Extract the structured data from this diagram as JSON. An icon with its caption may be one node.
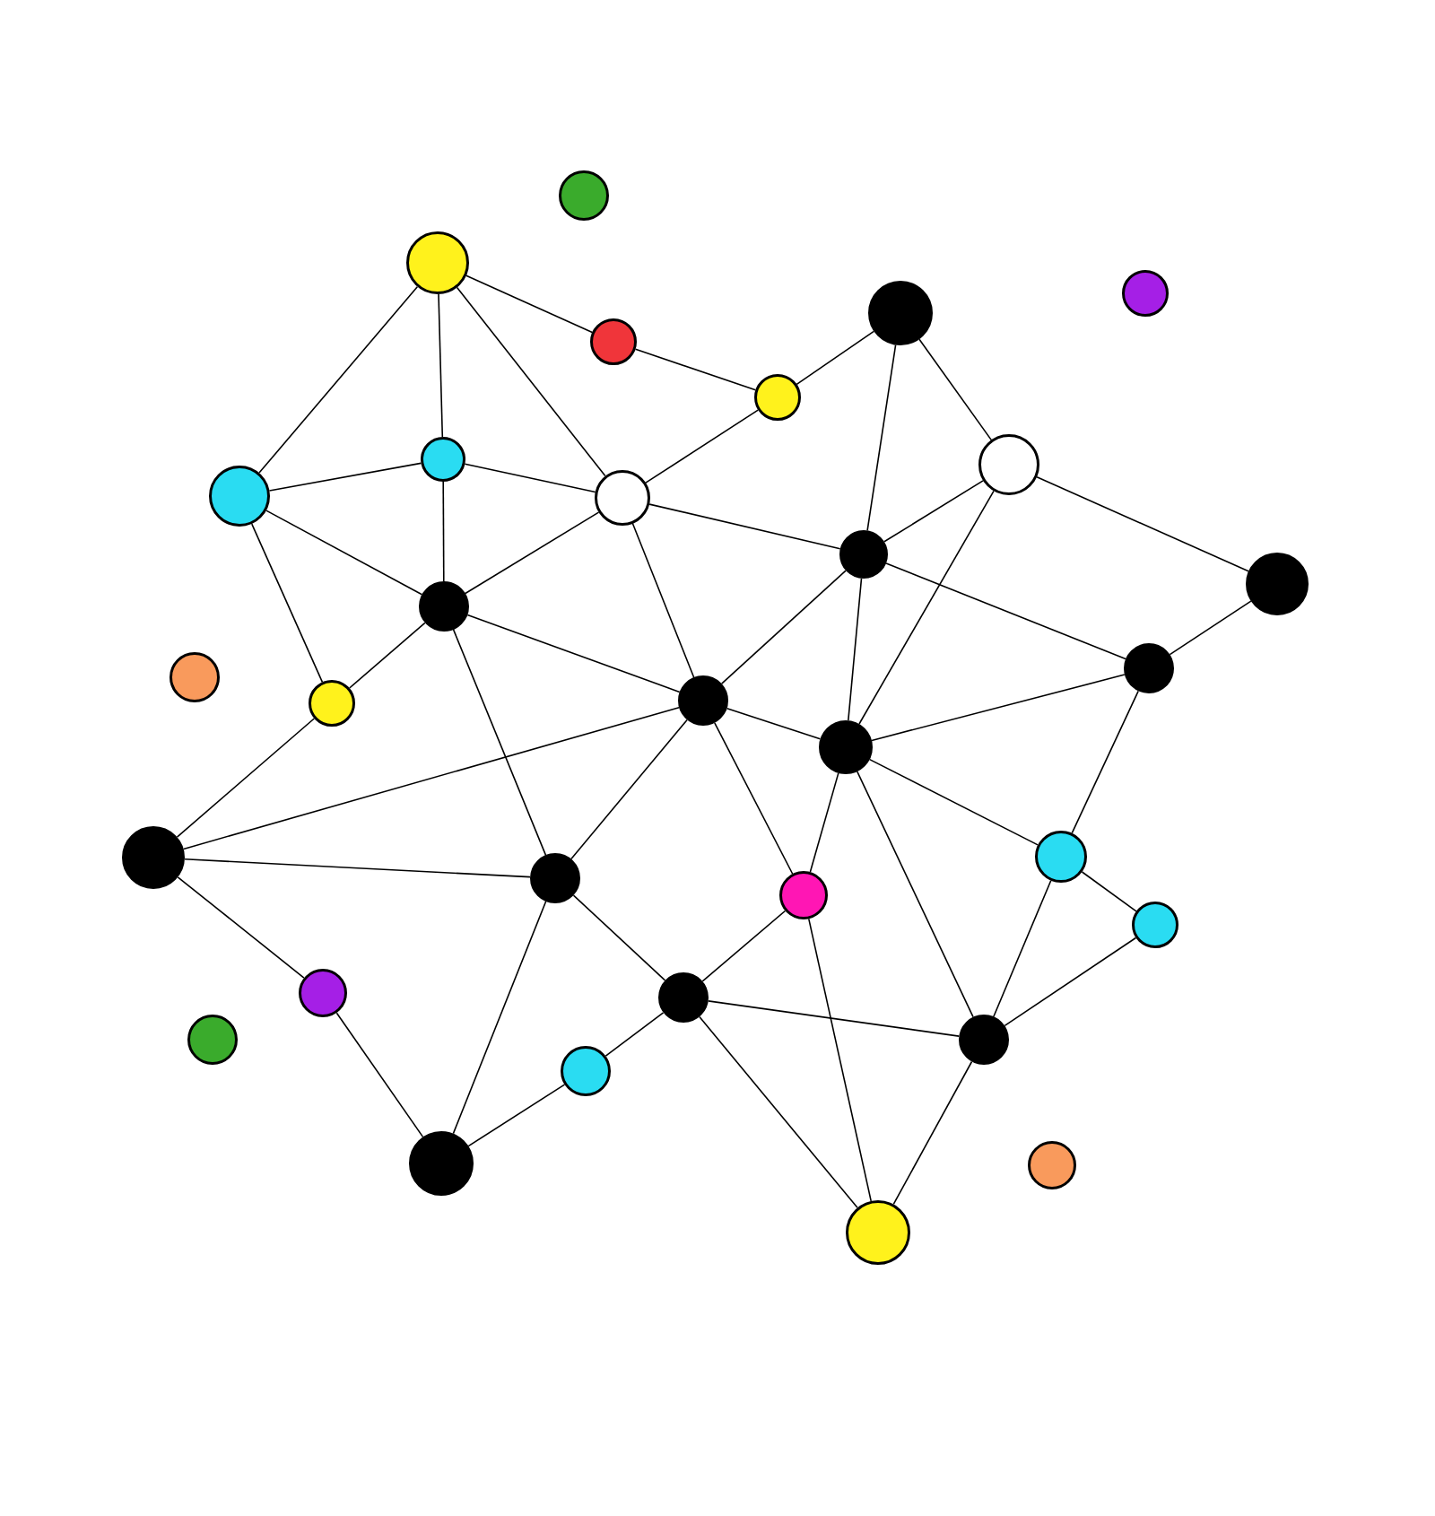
{
  "diagram": {
    "nodes": [
      {
        "text": [],
        "shape": "circle"
      },
      {
        "text": [],
        "shape": "circle"
      },
      {
        "text": [],
        "shape": "circle"
      },
      {
        "text": [],
        "shape": "circle"
      },
      {
        "text": [],
        "shape": "circle"
      },
      {
        "text": [],
        "shape": "circle"
      },
      {
        "text": [],
        "shape": "circle"
      },
      {
        "text": [],
        "shape": "circle"
      },
      {
        "text": [],
        "shape": "circle"
      },
      {
        "text": [],
        "shape": "circle"
      },
      {
        "text": [],
        "shape": "circle"
      },
      {
        "text": [],
        "shape": "circle"
      },
      {
        "text": [],
        "shape": "circle"
      },
      {
        "text": [],
        "shape": "circle"
      },
      {
        "text": [],
        "shape": "circle"
      },
      {
        "text": [],
        "shape": "circle"
      },
      {
        "text": [],
        "shape": "circle"
      },
      {
        "text": [],
        "shape": "circle"
      },
      {
        "text": [],
        "shape": "circle"
      },
      {
        "text": [],
        "shape": "circle"
      },
      {
        "text": [],
        "shape": "circle"
      },
      {
        "text": [],
        "shape": "circle"
      },
      {
        "text": [],
        "shape": "circle"
      },
      {
        "text": [],
        "shape": "circle"
      },
      {
        "text": [],
        "shape": "circle"
      },
      {
        "text": [],
        "shape": "circle"
      },
      {
        "text": [],
        "shape": "circle"
      },
      {
        "text": [],
        "shape": "circle"
      },
      {
        "text": [],
        "shape": "circle"
      },
      {
        "text": [],
        "shape": "circle"
      },
      {
        "text": [],
        "shape": "circle"
      }
    ],
    "edges": [
      {
        "from": 1,
        "to": 8,
        "arrow": "none"
      },
      {
        "from": 1,
        "to": 6,
        "arrow": "none"
      },
      {
        "from": 1,
        "to": 9,
        "arrow": "none"
      },
      {
        "from": 1,
        "to": 4,
        "arrow": "none"
      },
      {
        "from": 4,
        "to": 5,
        "arrow": "none"
      },
      {
        "from": 5,
        "to": 3,
        "arrow": "none"
      },
      {
        "from": 5,
        "to": 9,
        "arrow": "none"
      },
      {
        "from": 3,
        "to": 10,
        "arrow": "none"
      },
      {
        "from": 3,
        "to": 7,
        "arrow": "none"
      },
      {
        "from": 8,
        "to": 6,
        "arrow": "none"
      },
      {
        "from": 6,
        "to": 9,
        "arrow": "none"
      },
      {
        "from": 6,
        "to": 12,
        "arrow": "none"
      },
      {
        "from": 8,
        "to": 12,
        "arrow": "none"
      },
      {
        "from": 8,
        "to": 16,
        "arrow": "none"
      },
      {
        "from": 9,
        "to": 12,
        "arrow": "none"
      },
      {
        "from": 9,
        "to": 10,
        "arrow": "none"
      },
      {
        "from": 9,
        "to": 15,
        "arrow": "none"
      },
      {
        "from": 7,
        "to": 10,
        "arrow": "none"
      },
      {
        "from": 7,
        "to": 11,
        "arrow": "none"
      },
      {
        "from": 7,
        "to": 17,
        "arrow": "none"
      },
      {
        "from": 10,
        "to": 13,
        "arrow": "none"
      },
      {
        "from": 10,
        "to": 15,
        "arrow": "none"
      },
      {
        "from": 10,
        "to": 17,
        "arrow": "none"
      },
      {
        "from": 11,
        "to": 13,
        "arrow": "none"
      },
      {
        "from": 12,
        "to": 15,
        "arrow": "none"
      },
      {
        "from": 12,
        "to": 16,
        "arrow": "none"
      },
      {
        "from": 12,
        "to": 20,
        "arrow": "none"
      },
      {
        "from": 13,
        "to": 17,
        "arrow": "none"
      },
      {
        "from": 13,
        "to": 19,
        "arrow": "none"
      },
      {
        "from": 15,
        "to": 17,
        "arrow": "none"
      },
      {
        "from": 15,
        "to": 18,
        "arrow": "none"
      },
      {
        "from": 15,
        "to": 20,
        "arrow": "none"
      },
      {
        "from": 15,
        "to": 21,
        "arrow": "none"
      },
      {
        "from": 16,
        "to": 18,
        "arrow": "none"
      },
      {
        "from": 17,
        "to": 21,
        "arrow": "none"
      },
      {
        "from": 17,
        "to": 19,
        "arrow": "none"
      },
      {
        "from": 17,
        "to": 26,
        "arrow": "none"
      },
      {
        "from": 18,
        "to": 20,
        "arrow": "none"
      },
      {
        "from": 18,
        "to": 23,
        "arrow": "none"
      },
      {
        "from": 19,
        "to": 22,
        "arrow": "none"
      },
      {
        "from": 19,
        "to": 26,
        "arrow": "none"
      },
      {
        "from": 20,
        "to": 24,
        "arrow": "none"
      },
      {
        "from": 20,
        "to": 29,
        "arrow": "none"
      },
      {
        "from": 21,
        "to": 24,
        "arrow": "none"
      },
      {
        "from": 21,
        "to": 30,
        "arrow": "none"
      },
      {
        "from": 22,
        "to": 26,
        "arrow": "none"
      },
      {
        "from": 23,
        "to": 29,
        "arrow": "none"
      },
      {
        "from": 24,
        "to": 26,
        "arrow": "none"
      },
      {
        "from": 24,
        "to": 27,
        "arrow": "none"
      },
      {
        "from": 24,
        "to": 30,
        "arrow": "none"
      },
      {
        "from": 26,
        "to": 30,
        "arrow": "none"
      },
      {
        "from": 27,
        "to": 29,
        "arrow": "none"
      }
    ]
  }
}
